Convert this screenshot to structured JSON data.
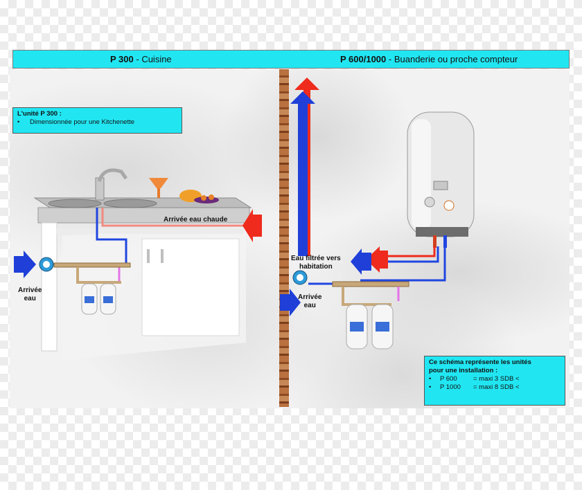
{
  "header": {
    "left_model": "P 300",
    "left_sep": " - ",
    "left_room": "Cuisine",
    "right_model": "P 600/1000",
    "right_sep": " - ",
    "right_room": "Buanderie ou proche compteur"
  },
  "unit_box": {
    "title": "L'unité P 300 :",
    "bullet": "•",
    "item": "Dimensionnée pour une Kitchenette"
  },
  "schema_box": {
    "line1": "Ce schéma représente les unités",
    "line2": "pour une installation :",
    "items": [
      {
        "bullet": "•",
        "model": "P 600",
        "text": "= maxi 3 SDB <"
      },
      {
        "bullet": "•",
        "model": "P 1000",
        "text": "= maxi 8 SDB <"
      }
    ]
  },
  "labels": {
    "hot_water": "Arrivée eau chaude",
    "inlet_left_1": "Arrivée",
    "inlet_left_2": "eau",
    "filtered_1": "Eau filtrée vers",
    "filtered_2": "habitation",
    "inlet_right_1": "Arrivée",
    "inlet_right_2": "eau"
  },
  "colors": {
    "cyan": "#21e6f2",
    "blue_arrow": "#1f3fd8",
    "red_arrow": "#ee2b1c",
    "pipe_red": "#f08a80",
    "pipe_blue": "#2046e0"
  },
  "icons": [
    "sink-faucet-icon",
    "water-meter-icon",
    "water-filter-icon",
    "water-heater-icon",
    "blue-arrow-icon",
    "red-arrow-icon"
  ]
}
